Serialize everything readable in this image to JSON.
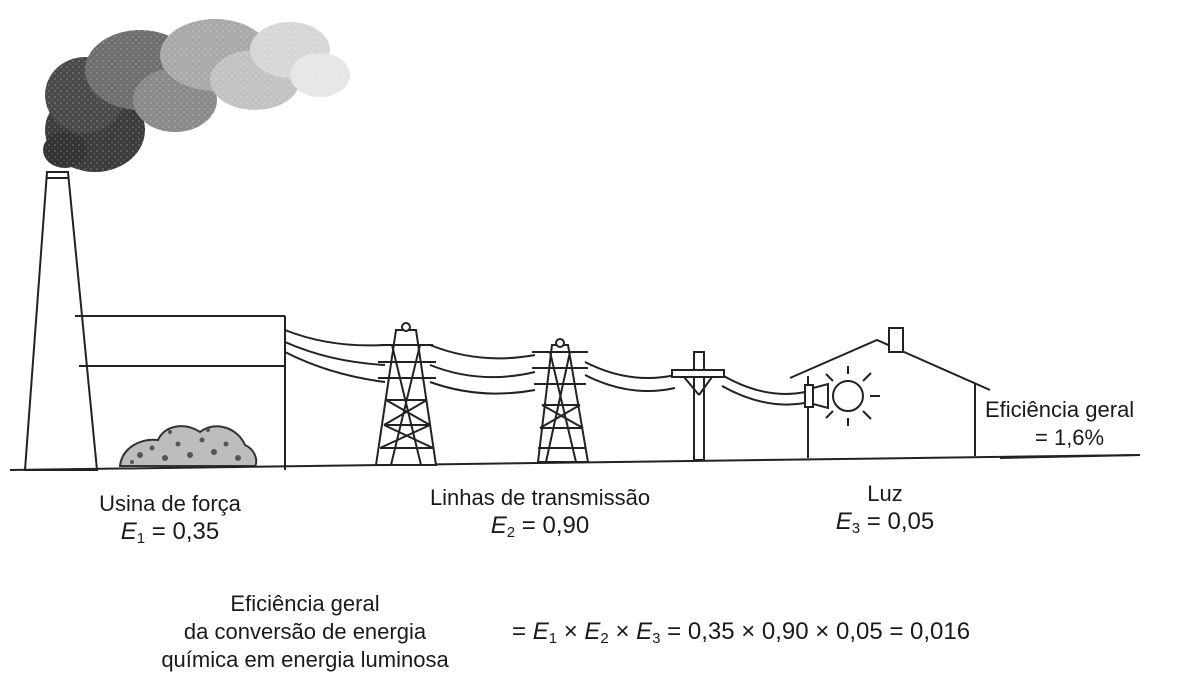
{
  "stages": {
    "plant": {
      "label": "Usina de força",
      "var": "E",
      "sub": "1",
      "value": "0,35"
    },
    "lines": {
      "label": "Linhas de transmissão",
      "var": "E",
      "sub": "2",
      "value": "0,90"
    },
    "light": {
      "label": "Luz",
      "var": "E",
      "sub": "3",
      "value": "0,05"
    }
  },
  "overall_right": {
    "line1": "Eficiência geral",
    "line2": "= 1,6%"
  },
  "formula": {
    "desc1": "Eficiência geral",
    "desc2": "da conversão de energia",
    "desc3": "química em energia luminosa",
    "lead": "=",
    "t1": "E",
    "s1": "1",
    "x1": "×",
    "t2": "E",
    "s2": "2",
    "x2": "×",
    "t3": "E",
    "s3": "3",
    "result": "= 0,35 × 0,90 × 0,05 = 0,016"
  },
  "icons": {
    "smoke": "smoke-cloud-icon",
    "chimney": "chimney-icon",
    "building": "power-plant-building-icon",
    "coal": "coal-pile-icon",
    "tower": "transmission-tower-icon",
    "pole": "utility-pole-icon",
    "house": "house-icon",
    "bulb": "light-bulb-icon"
  }
}
